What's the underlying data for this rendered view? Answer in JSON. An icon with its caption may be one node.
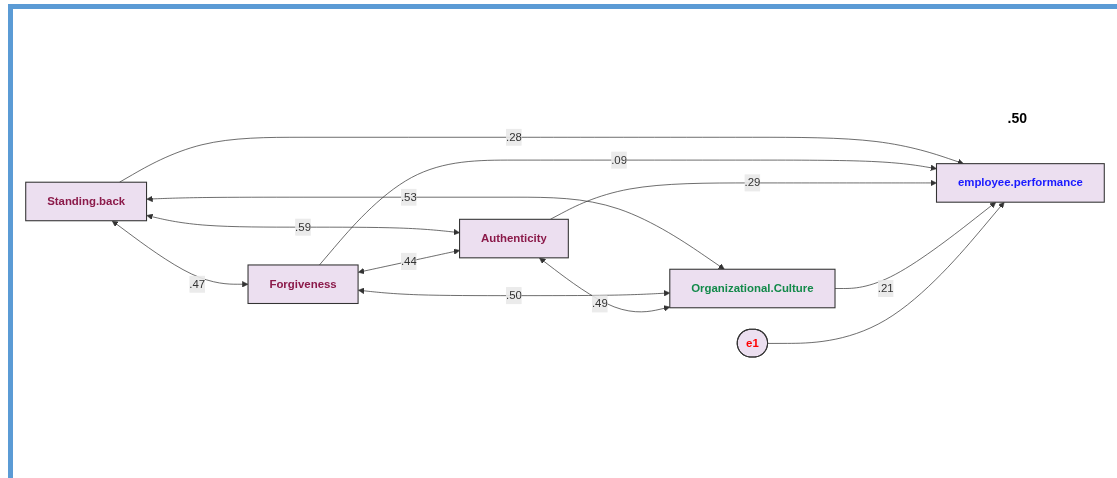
{
  "diagram": {
    "nodes": [
      {
        "text": [
          "Standing.back"
        ]
      },
      {
        "text": [
          "Forgiveness"
        ]
      },
      {
        "text": [
          "Authenticity"
        ]
      },
      {
        "text": [
          "Organizational.Culture"
        ]
      },
      {
        "text": [
          "employee.performance"
        ]
      },
      {
        "text": [
          "e1"
        ]
      }
    ],
    "edges": [
      {
        "from": 0,
        "to": 1,
        "arrow": "both",
        "label": ".47"
      },
      {
        "from": 0,
        "to": 2,
        "arrow": "both",
        "label": ".59"
      },
      {
        "from": 0,
        "to": 3,
        "arrow": "both",
        "label": ".53"
      },
      {
        "from": 1,
        "to": 2,
        "arrow": "both",
        "label": ".44"
      },
      {
        "from": 1,
        "to": 3,
        "arrow": "both",
        "label": ".50"
      },
      {
        "from": 2,
        "to": 3,
        "arrow": "both",
        "label": ".49"
      },
      {
        "from": 0,
        "to": 4,
        "arrow": "to",
        "label": ".28"
      },
      {
        "from": 1,
        "to": 4,
        "arrow": "to",
        "label": ".09"
      },
      {
        "from": 2,
        "to": 4,
        "arrow": "to",
        "label": ".29"
      },
      {
        "from": 3,
        "to": 4,
        "arrow": "to",
        "label": ".21"
      },
      {
        "from": 5,
        "to": 4,
        "arrow": "to"
      }
    ],
    "labels": [
      ".50"
    ]
  }
}
